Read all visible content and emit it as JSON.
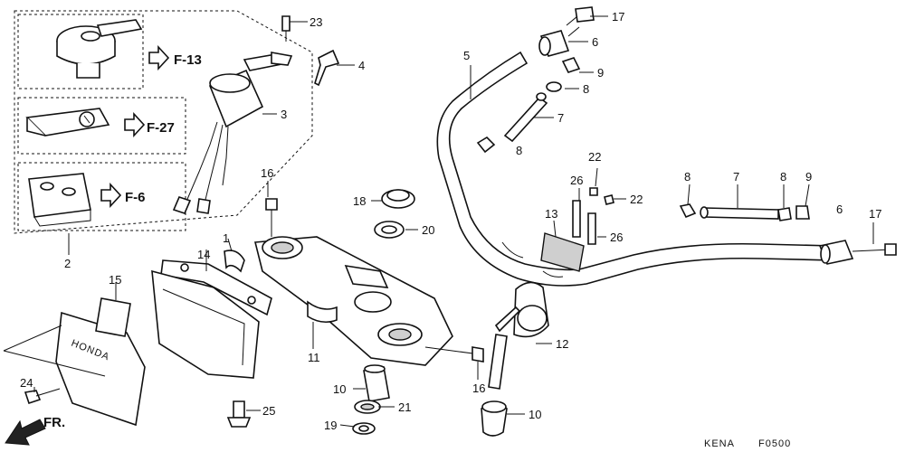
{
  "callouts": [
    {
      "id": "c-23",
      "label": "23"
    },
    {
      "id": "c-4",
      "label": "4"
    },
    {
      "id": "c-3",
      "label": "3"
    },
    {
      "id": "c-2",
      "label": "2"
    },
    {
      "id": "c-5",
      "label": "5"
    },
    {
      "id": "c-17a",
      "label": "17"
    },
    {
      "id": "c-6a",
      "label": "6"
    },
    {
      "id": "c-9a",
      "label": "9"
    },
    {
      "id": "c-8a",
      "label": "8"
    },
    {
      "id": "c-7a",
      "label": "7"
    },
    {
      "id": "c-8b",
      "label": "8"
    },
    {
      "id": "c-22a",
      "label": "22"
    },
    {
      "id": "c-26a",
      "label": "26"
    },
    {
      "id": "c-22b",
      "label": "22"
    },
    {
      "id": "c-8c",
      "label": "8"
    },
    {
      "id": "c-7b",
      "label": "7"
    },
    {
      "id": "c-8d",
      "label": "8"
    },
    {
      "id": "c-9b",
      "label": "9"
    },
    {
      "id": "c-6b",
      "label": "6"
    },
    {
      "id": "c-17b",
      "label": "17"
    },
    {
      "id": "c-13",
      "label": "13"
    },
    {
      "id": "c-26b",
      "label": "26"
    },
    {
      "id": "c-12",
      "label": "12"
    },
    {
      "id": "c-16a",
      "label": "16"
    },
    {
      "id": "c-18",
      "label": "18"
    },
    {
      "id": "c-20",
      "label": "20"
    },
    {
      "id": "c-14",
      "label": "14"
    },
    {
      "id": "c-1",
      "label": "1"
    },
    {
      "id": "c-11",
      "label": "11"
    },
    {
      "id": "c-16b",
      "label": "16"
    },
    {
      "id": "c-15",
      "label": "15"
    },
    {
      "id": "c-24",
      "label": "24"
    },
    {
      "id": "c-10a",
      "label": "10"
    },
    {
      "id": "c-21",
      "label": "21"
    },
    {
      "id": "c-19",
      "label": "19"
    },
    {
      "id": "c-25",
      "label": "25"
    },
    {
      "id": "c-10b",
      "label": "10"
    }
  ],
  "section_refs": [
    {
      "id": "ref-f13",
      "label": "F-13"
    },
    {
      "id": "ref-f27",
      "label": "F-27"
    },
    {
      "id": "ref-f6",
      "label": "F-6"
    }
  ],
  "front_marker": "FR.",
  "cover_lettering": "HONDA",
  "frame_code": "KENA",
  "figure_code": "F0500"
}
